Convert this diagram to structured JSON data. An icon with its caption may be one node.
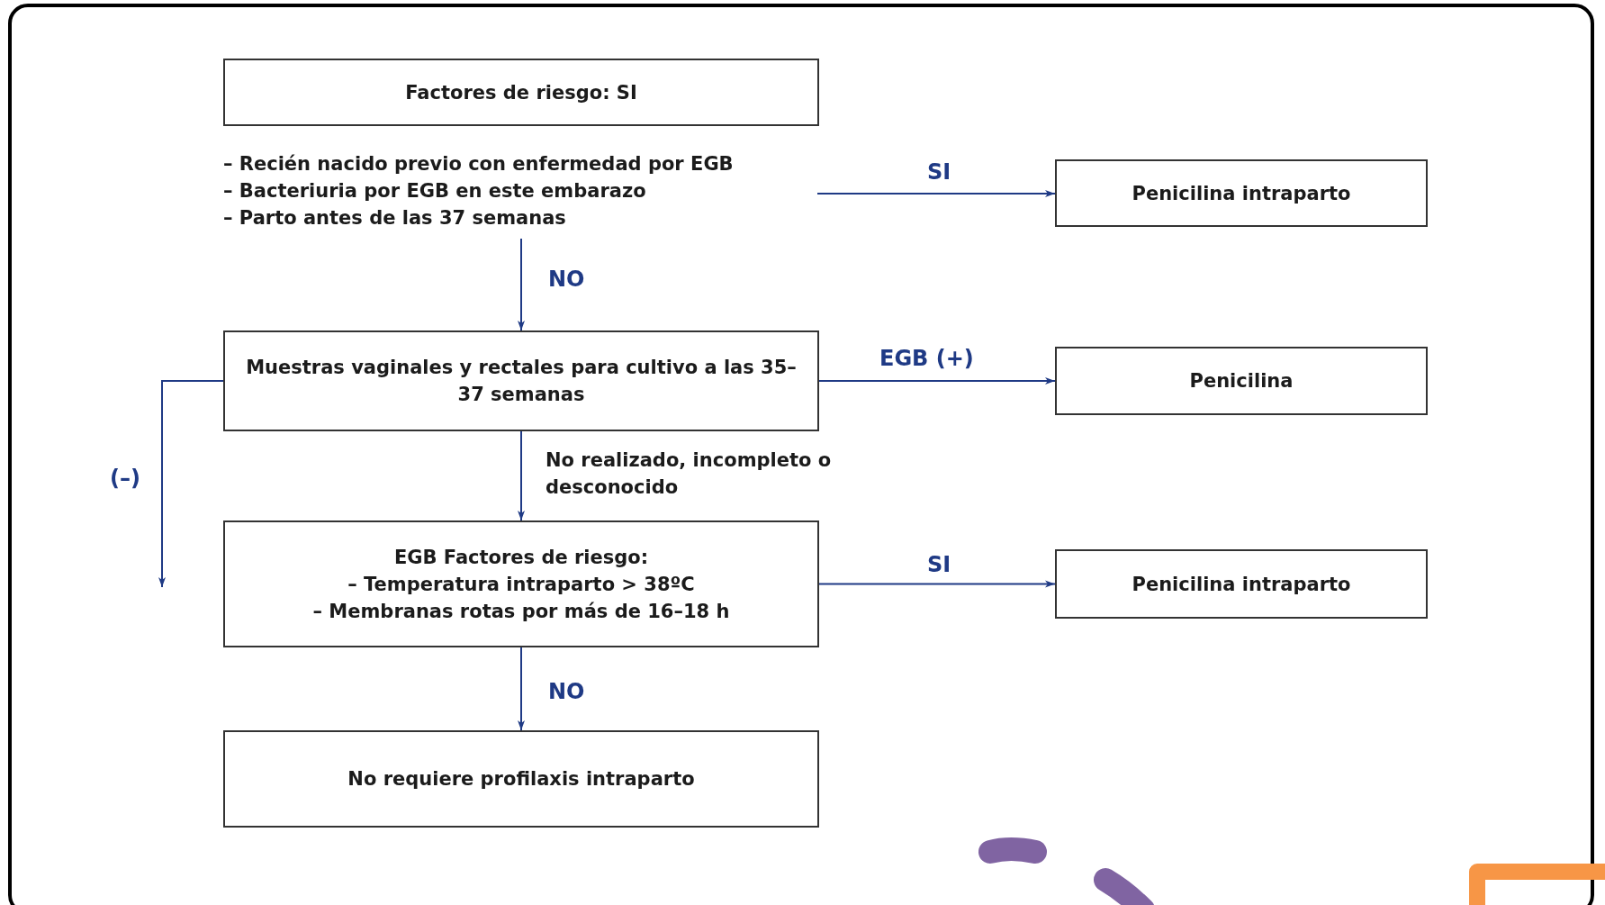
{
  "diagram": {
    "nodes": [
      {
        "text": [
          "Factores de riesgo: **SI**"
        ]
      },
      {
        "text": [
          "– Recién nacido previo con enfermedad por EGB",
          "– Bacteriuria por EGB en este embarazo",
          "– Parto antes de las 37 semanas"
        ]
      },
      {
        "text": [
          "Penicilina intraparto"
        ]
      },
      {
        "text": [
          "Muestras vaginales y rectales para cultivo a las 35–37 semanas"
        ]
      },
      {
        "text": [
          "Penicilina"
        ]
      },
      {
        "text": [
          "EGB Factores de riesgo:",
          "– Temperatura intraparto > 38ºC",
          "– Membranas rotas por más de 16–18 h"
        ]
      },
      {
        "text": [
          "Penicilina intraparto"
        ]
      },
      {
        "text": [
          "No requiere profilaxis intraparto"
        ]
      }
    ],
    "edges": [
      {
        "from": 1,
        "to": 2,
        "arrow": "to",
        "label": "SI"
      },
      {
        "from": 1,
        "to": 3,
        "arrow": "to",
        "label": "NO"
      },
      {
        "from": 3,
        "to": 4,
        "arrow": "to",
        "label": "EGB (+)"
      },
      {
        "from": 3,
        "to": 5,
        "arrow": "to",
        "label": "No realizado, incompleto o desconocido"
      },
      {
        "from": 3,
        "to": null,
        "arrow": "to",
        "label": "(–)"
      },
      {
        "from": 5,
        "to": 6,
        "arrow": "to",
        "label": "SI"
      },
      {
        "from": 5,
        "to": 7,
        "arrow": "to",
        "label": "NO"
      }
    ]
  }
}
